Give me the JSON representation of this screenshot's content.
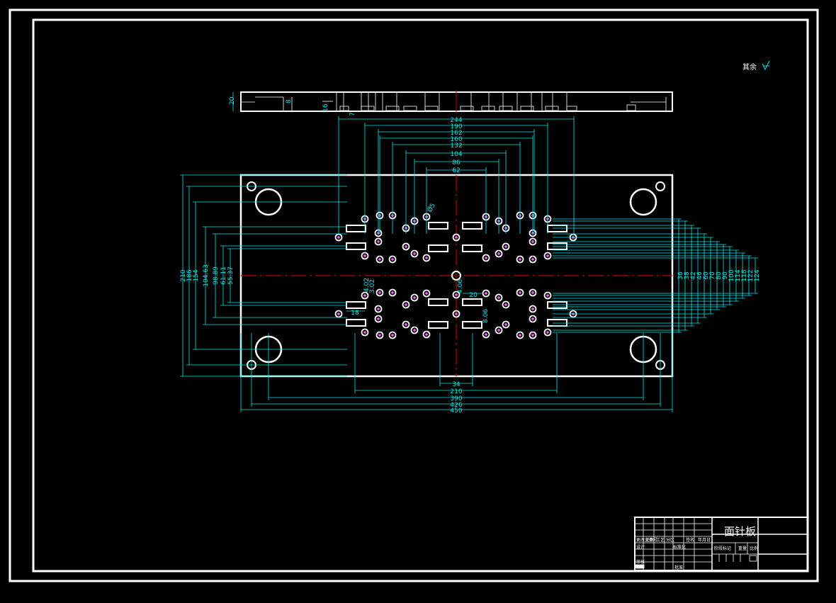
{
  "colors": {
    "background": "#000000",
    "outline": "#ffffff",
    "dimension": "#00e6e6",
    "centerline": "#c00000",
    "hole": "#ff66ff"
  },
  "title_block": {
    "part_name": "面针板",
    "labels": [
      "设计",
      "审核",
      "工艺",
      "标准化",
      "批准",
      "阶段标记",
      "重量",
      "比例",
      "处数",
      "分区",
      "更改文件号",
      "签名",
      "年月日"
    ]
  },
  "roughness_note": "其余",
  "side_view": {
    "height_label": "20",
    "dims": [
      "8",
      "16",
      "7"
    ]
  },
  "top_dims": [
    "244",
    "190",
    "162",
    "160",
    "132",
    "104",
    "86",
    "62"
  ],
  "bottom_dims": [
    "34",
    "210",
    "390",
    "426",
    "450"
  ],
  "left_dims": [
    "210",
    "186",
    "154",
    "104.63",
    "98.89",
    "61.11",
    "55.37"
  ],
  "right_dims": [
    "36",
    "38",
    "42",
    "46",
    "60",
    "70",
    "80",
    "90",
    "100",
    "114",
    "118",
    "122",
    "124"
  ],
  "inner_dims": {
    "hole_dia": "Ø5",
    "w18": "18",
    "w20": "20",
    "d1": "4.02",
    "d2": "3.02",
    "d3": "4.06",
    "d4": "8.06"
  }
}
